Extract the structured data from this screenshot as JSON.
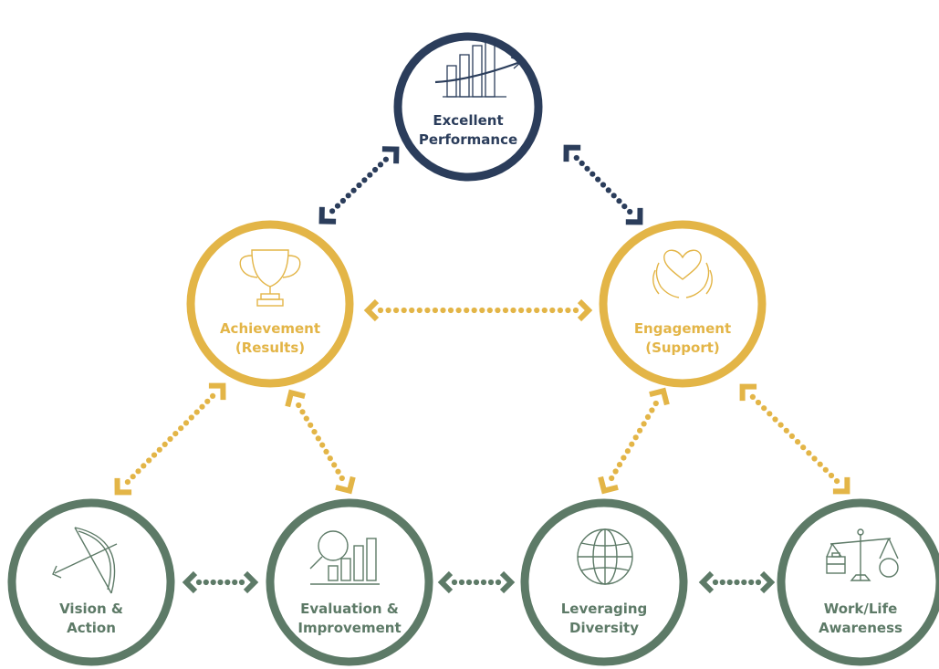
{
  "colors": {
    "navy": "#2b3d5b",
    "gold": "#e3b547",
    "green": "#5d7a67"
  },
  "nodes": {
    "excellent_performance": {
      "line1": "Excellent",
      "line2": "Performance",
      "icon": "bar-chart-trend-icon"
    },
    "achievement": {
      "line1": "Achievement",
      "line2": "(Results)",
      "icon": "trophy-icon"
    },
    "engagement": {
      "line1": "Engagement",
      "line2": "(Support)",
      "icon": "hands-heart-icon"
    },
    "vision_action": {
      "line1": "Vision &",
      "line2": "Action",
      "icon": "bow-arrow-icon"
    },
    "evaluation_improvement": {
      "line1": "Evaluation &",
      "line2": "Improvement",
      "icon": "magnifier-chart-icon"
    },
    "leveraging_diversity": {
      "line1": "Leveraging",
      "line2": "Diversity",
      "icon": "globe-icon"
    },
    "work_life_awareness": {
      "line1": "Work/Life",
      "line2": "Awareness",
      "icon": "balance-scale-icon"
    }
  }
}
